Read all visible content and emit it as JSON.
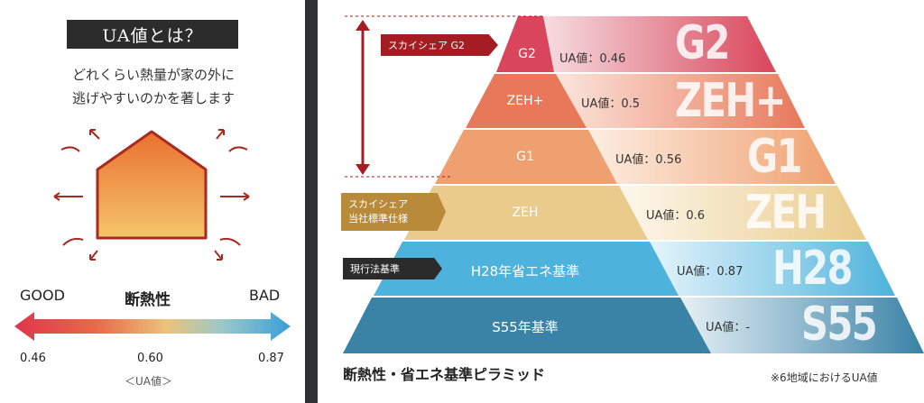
{
  "left": {
    "title": "UA値とは？",
    "desc_line1": "どれくらい熱量が家の外に",
    "desc_line2": "逃げやすいのかを著します",
    "good": "GOOD",
    "bad": "BAD",
    "mid": "断熱性",
    "tick_low": "0.46",
    "tick_mid": "0.60",
    "tick_high": "0.87",
    "unit": "＜UA値＞"
  },
  "pyramid": {
    "layers": [
      {
        "name": "G2",
        "ua": "UA値：0.46",
        "big": "G2",
        "color": "#d9455a"
      },
      {
        "name": "ZEH+",
        "ua": "UA値：0.5",
        "big": "ZEH+",
        "color": "#e8785a"
      },
      {
        "name": "G1",
        "ua": "UA値：0.56",
        "big": "G1",
        "color": "#efa070"
      },
      {
        "name": "ZEH",
        "ua": "UA値：0.6",
        "big": "ZEH",
        "color": "#eacb8b"
      },
      {
        "name": "H28年省エネ基準",
        "ua": "UA値：0.87",
        "big": "H28",
        "color": "#4eb3dc"
      },
      {
        "name": "S55年基準",
        "ua": "UA値：-",
        "big": "S55",
        "color": "#3a82a6"
      }
    ],
    "tag_g2": "スカイシェア G2",
    "tag_zeh_line1": "スカイシェア",
    "tag_zeh_line2": "当社標準仕様",
    "tag_law": "現行法基準",
    "caption": "断熱性・省エネ基準ピラミッド",
    "note": "※6地域におけるUA値"
  },
  "colors": {
    "good_red": "#e03a4e",
    "bad_blue": "#3aa0d6",
    "tag_red": "#a31d22",
    "tag_gold": "#b98a3a",
    "tag_dark": "#2b2b2b",
    "divider": "#2f3134"
  }
}
